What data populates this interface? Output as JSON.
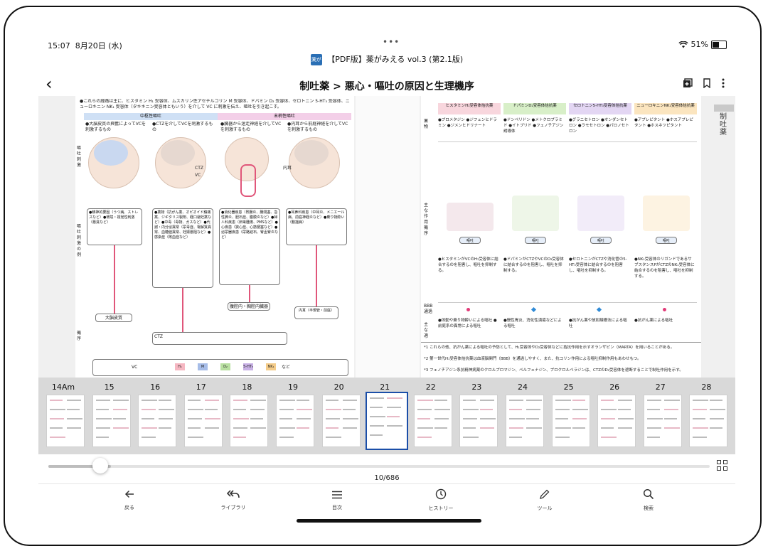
{
  "status_bar": {
    "time": "15:07",
    "date": "8月20日 (水)",
    "dots": "•••",
    "battery": "51%",
    "battery_level": 0.51
  },
  "document": {
    "icon_text": "薬がみえる",
    "title": "【PDF版】薬がみえる vol.3 (第2.1版)"
  },
  "header": {
    "back_icon": "chevron-left-icon",
    "heading": "制吐薬 > 悪心・嘔吐の原因と生理機序",
    "actions": [
      "add-bookmark-icon",
      "bookmark-icon",
      "more-vertical-icon"
    ]
  },
  "page_left": {
    "intro": "●これらの経路は主に、ヒスタミン H₁ 受容体、ムスカリン性アセチルコリン M 受容体、ドパミン D₂ 受容体、セロトニン 5-HT₃ 受容体、ニューロキニン NK₁ 受容体（タキキニン受容体ともいう）を介して VC に刺激を伝え、嘔吐を引き起こす。",
    "header_central": "中枢性嘔吐",
    "header_peripheral": "末梢性嘔吐",
    "row_label_1": "嘔吐刺激",
    "row_label_2": "嘔吐刺激の例",
    "row_label_3": "機序",
    "col1_text": "●大脳皮質の興奮によってVCを刺激するもの",
    "col2_text": "●CTZを介してVCを刺激するもの",
    "col3_text": "●臓器から迷走神経を介してVCを刺激するもの",
    "col4_text": "●内耳から前庭神経を介してVCを刺激するもの",
    "ctz": "CTZ",
    "vc": "VC",
    "inner_ear": "内耳",
    "ex1": "●精神的要因（うつ病、ストレスなど）●環境・視覚性刺激（悪臭など）",
    "ex2": "●薬物（抗がん薬、オピオイド鎮痛薬、ジギタリス製剤、経口避妊薬など）●中毒（毒物、ガスなど）●代謝・内分泌異常（尿毒症、電解質異常、血糖値異常、妊娠悪阻など）●感染症（敗血症など）",
    "ex3": "●消化器疾患（胃腸炎、腸閉塞、急性膵炎、胆石症、腹膜炎など）●婦人科疾患（卵巣腫瘍、PMSなど）●心疾患（狭心症、心筋梗塞など）●泌尿器疾患（尿路結石、腎盂腎炎など）",
    "ex4": "●耳鼻科疾患（中耳炎、メニエール病、前庭神経炎など）●乗り物酔い（動揺病）",
    "cortex": "大脳皮質",
    "gut_organs": "腹腔内・胸腔内臓器",
    "inner_ear_box": "内耳（半規管・前庭）",
    "receptors": [
      "H₁",
      "M",
      "D₂",
      "5-HT₃",
      "NK₁"
    ],
    "etc": "など"
  },
  "page_right": {
    "col_heads": [
      "ヒスタミンH₁受容体拮抗薬",
      "ドパミンD₂受容体拮抗薬",
      "セロトニン5-HT₃受容体拮抗薬",
      "ニューロキニンNK₁受容体拮抗薬"
    ],
    "row_drug": "薬物",
    "drugs": [
      "●プロメタジン ●ジフェンヒドラミン ●ジメンヒドリナート",
      "●ドンペリドン ●メトクロプラミド ●イトプリド ●フェノチアジン誘導体",
      "●グラニセトロン ●オンダンセトロン ●ラモセトロン ●パロノセトロン",
      "●アプレピタント ●ホスアプレピタント ●ホスネツピタント"
    ],
    "row_mech": "主な作用機序",
    "mech_texts": [
      "●ヒスタミンがVCのH₁受容体に結合するのを阻害し、嘔吐を抑制する。",
      "●ドパミンがCTZやVCのD₂受容体に結合するのを阻害し、嘔吐を抑制する。",
      "●セロトニンがCTZや消化管の5-HT₃受容体に結合するのを阻害し、嘔吐を抑制する。",
      "●NK₁受容体のリガンドであるサブスタンスPがCTZのNK₁受容体に結合するのを阻害し、嘔吐を抑制する。"
    ],
    "vomit": "嘔吐",
    "row_bbb": "BBB通過",
    "row_indication": "主な適応",
    "indications": [
      "●体動や乗り物酔いによる嘔吐 ●前庭系の異常による嘔吐",
      "●慢性胃炎、消化性潰瘍などによる嘔吐",
      "●抗がん薬や放射線療法による嘔吐",
      "●抗がん薬による嘔吐"
    ],
    "footnotes": [
      "*1 これらの他、抗がん薬による嘔吐の予防として、H₁受容体やD₂受容体などに拮抗作用を示すオランザピン（MARTA）を用いることがある。",
      "*2 第一世代H₁受容体拮抗薬は血液脳関門（BBB）を通過しやすく、また、抗コリン作用による嘔吐抑制作用もあわせもつ。",
      "*3 フェノチアジン系抗精神病薬のクロルプロマジン、ペルフェナジン、プロクロルペラジンは、CTZのD₂受容体を遮断することで制吐作用を示す。"
    ]
  },
  "side_tab": {
    "label": "制吐薬"
  },
  "thumbnails": {
    "labels": [
      "14Am",
      "15",
      "16",
      "17",
      "18",
      "19",
      "20",
      "21",
      "22",
      "23",
      "24",
      "25",
      "26",
      "27",
      "28"
    ],
    "selected": "21"
  },
  "slider": {
    "position": 0.0146,
    "page_counter": "10/686"
  },
  "toolbar": {
    "items": [
      {
        "label": "戻る",
        "icon": "arrow-left-icon"
      },
      {
        "label": "ライブラリ",
        "icon": "reply-all-icon"
      },
      {
        "label": "目次",
        "icon": "list-icon"
      },
      {
        "label": "ヒストリー",
        "icon": "clock-icon"
      },
      {
        "label": "ツール",
        "icon": "pencil-icon"
      },
      {
        "label": "検索",
        "icon": "search-icon"
      }
    ]
  },
  "colors": {
    "accent_blue": "#1b4ea8",
    "central_header": "#cfe0f5",
    "peripheral_header": "#f3cfe8",
    "arrow_pink": "#e0567a"
  }
}
